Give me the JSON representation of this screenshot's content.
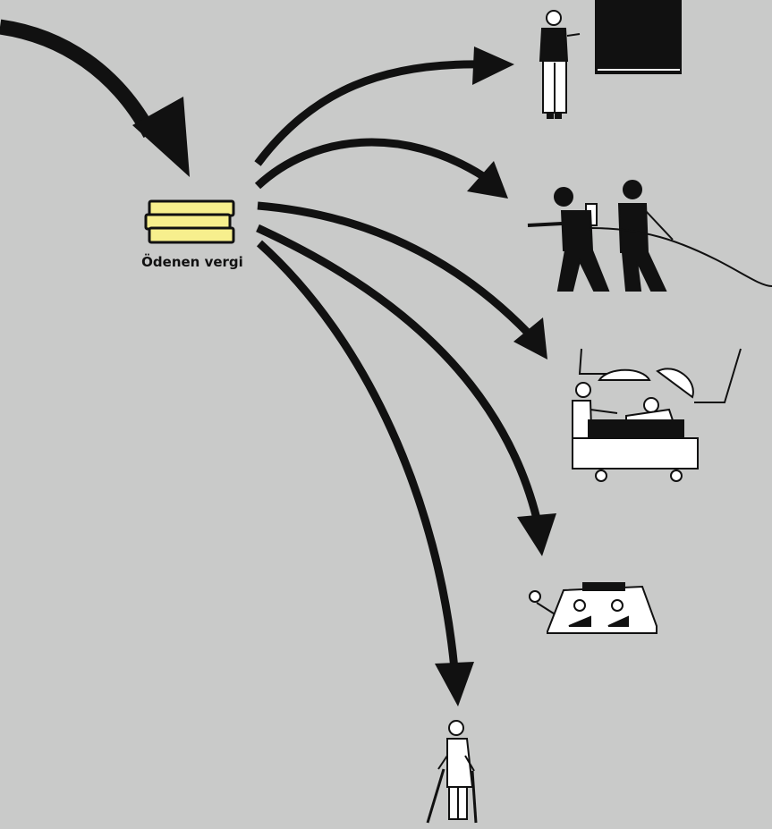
{
  "caption": "Ödenen vergi",
  "colors": {
    "background": "#c9cac9",
    "ink": "#111111",
    "coin": "#f7ef8d",
    "white": "#ffffff"
  },
  "recipients": [
    {
      "name": "teacher",
      "icon": "teacher-icon"
    },
    {
      "name": "firefighters",
      "icon": "firefighters-icon"
    },
    {
      "name": "surgery",
      "icon": "surgery-icon"
    },
    {
      "name": "police-car",
      "icon": "police-car-icon"
    },
    {
      "name": "elderly-with-crutches",
      "icon": "elderly-crutch-icon"
    }
  ]
}
